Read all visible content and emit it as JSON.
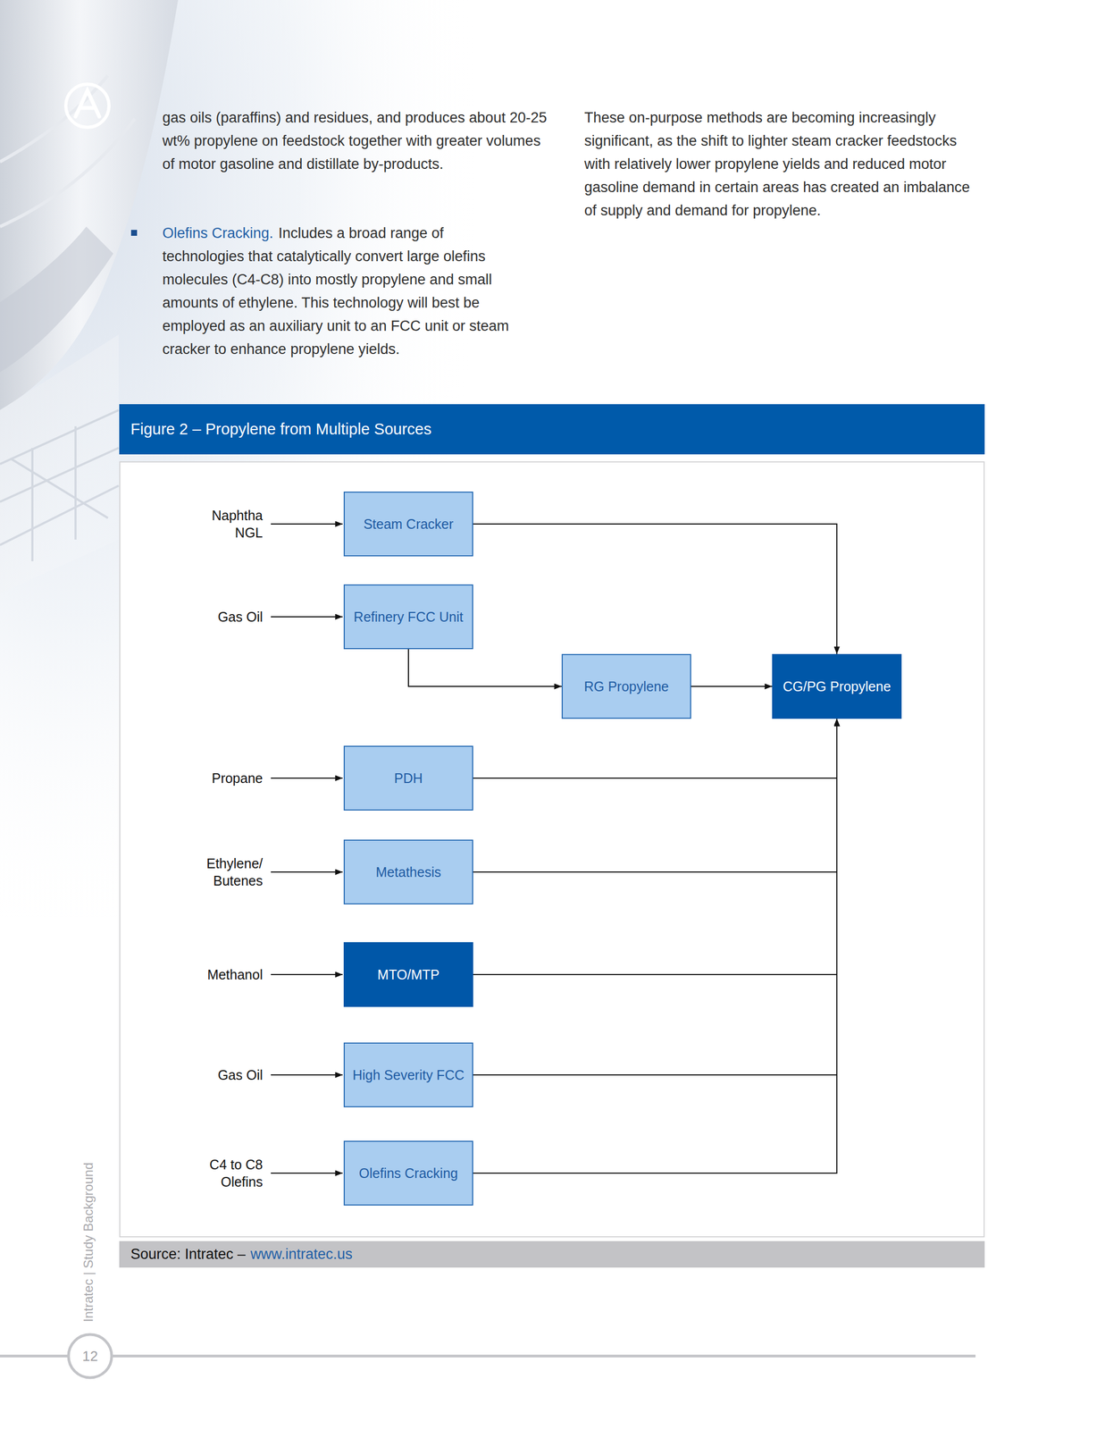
{
  "diagram": {
    "title": "Figure 2 – Propylene from Multiple Sources",
    "caption": "Source: Intratec –",
    "nodes": [
      {
        "text": [
          "Steam Cracker"
        ]
      },
      {
        "text": [
          "Refinery FCC Unit"
        ]
      },
      {
        "text": [
          "RG Propylene"
        ]
      },
      {
        "text": [
          "CG/PG Propylene"
        ]
      },
      {
        "text": [
          "PDH"
        ]
      },
      {
        "text": [
          "Metathesis"
        ]
      },
      {
        "text": [
          "MTO/MTP"
        ]
      },
      {
        "text": [
          "High Severity FCC"
        ]
      },
      {
        "text": [
          "Olefins Cracking"
        ]
      }
    ],
    "edges": [
      {
        "from": 0,
        "to": 3,
        "arrow": "to"
      },
      {
        "from": 1,
        "to": 2,
        "arrow": "to"
      },
      {
        "from": 2,
        "to": 3,
        "arrow": "to"
      },
      {
        "from": 4,
        "to": 3,
        "arrow": "to"
      },
      {
        "from": 5,
        "to": 3,
        "arrow": "to"
      },
      {
        "from": 6,
        "to": 3,
        "arrow": "to"
      },
      {
        "from": 7,
        "to": 3,
        "arrow": "to"
      },
      {
        "from": 8,
        "to": 3,
        "arrow": "to"
      }
    ],
    "labels": [
      "gas oils (paraffins) and residues, and produces about 20-25 wt% propylene on feedstock together with greater volumes of motor gasoline and distillate by-products.",
      "Olefins Cracking.",
      "Includes a broad range of technologies that catalytically convert large olefins molecules (C4-C8) into mostly propylene and small amounts of ethylene.  This technology will best be employed as an auxiliary unit to an FCC unit or steam cracker to enhance propylene yields.",
      "These on-purpose methods are becoming increasingly significant, as the shift to lighter steam cracker feedstocks with relatively lower propylene yields and reduced motor gasoline demand in certain areas has created an imbalance of supply and demand for propylene.",
      "Naphtha NGL",
      "Gas Oil",
      "Propane",
      "Ethylene/ Butenes",
      "Methanol",
      "Gas Oil",
      "C4 to C8 Olefins",
      "Intratec | Study Background",
      "12",
      "www.intratec.us"
    ]
  }
}
